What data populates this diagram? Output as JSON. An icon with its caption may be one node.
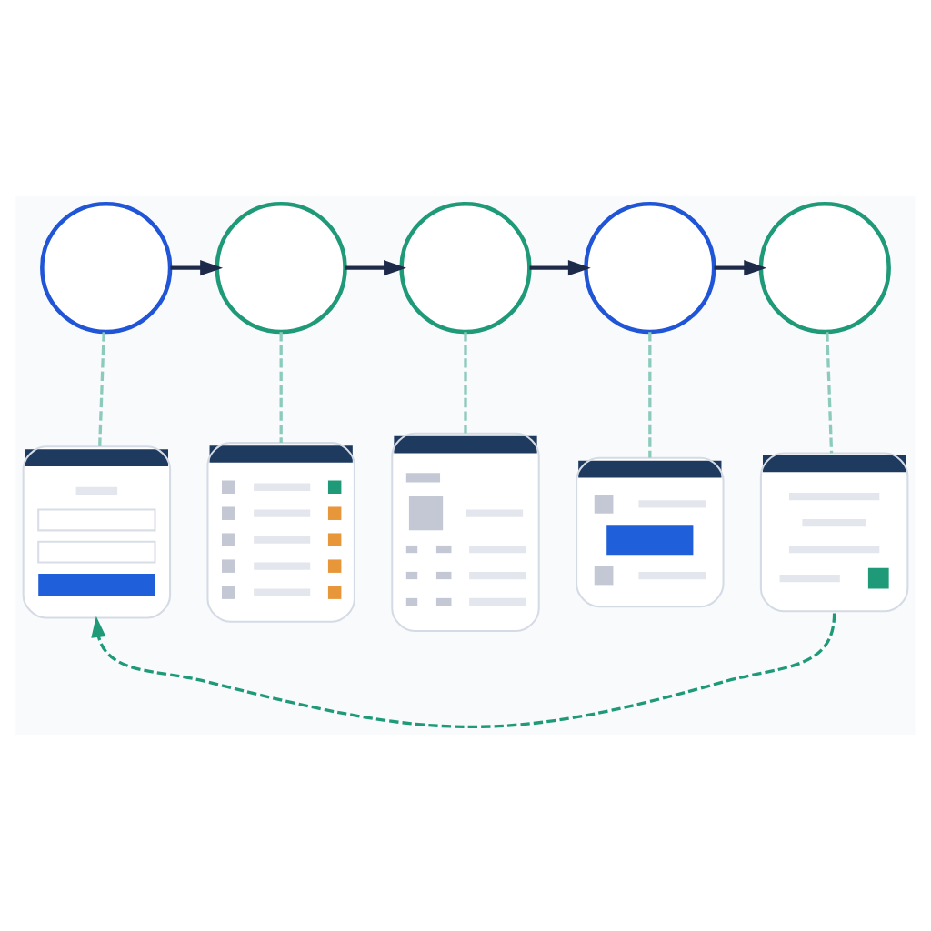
{
  "diagram": {
    "nodes": [
      {
        "text": [],
        "shape": "circle"
      },
      {
        "text": [],
        "shape": "circle"
      },
      {
        "text": [],
        "shape": "circle"
      },
      {
        "text": [],
        "shape": "circle"
      },
      {
        "text": [],
        "shape": "circle"
      },
      {
        "text": [],
        "shape": "box"
      },
      {
        "text": [],
        "shape": "box"
      },
      {
        "text": [],
        "shape": "box"
      },
      {
        "text": [],
        "shape": "box"
      },
      {
        "text": [],
        "shape": "box"
      }
    ],
    "edges": [
      {
        "from": 0,
        "to": 1,
        "arrow": "to",
        "color": "#1e2a4a"
      },
      {
        "from": 1,
        "to": 2,
        "arrow": "to",
        "color": "#1e2a4a"
      },
      {
        "from": 2,
        "to": 3,
        "arrow": "to",
        "color": "#1e2a4a"
      },
      {
        "from": 3,
        "to": 4,
        "arrow": "to",
        "color": "#1e2a4a"
      },
      {
        "from": 0,
        "to": 5,
        "arrow": "none",
        "style": "dashed"
      },
      {
        "from": 1,
        "to": 6,
        "arrow": "none",
        "style": "dashed"
      },
      {
        "from": 2,
        "to": 7,
        "arrow": "none",
        "style": "dashed"
      },
      {
        "from": 3,
        "to": 8,
        "arrow": "none",
        "style": "dashed"
      },
      {
        "from": 4,
        "to": 9,
        "arrow": "none",
        "style": "dashed"
      },
      {
        "from": 9,
        "to": 5,
        "arrow": "to",
        "style": "dashed",
        "color": "#1f9a78"
      }
    ]
  }
}
